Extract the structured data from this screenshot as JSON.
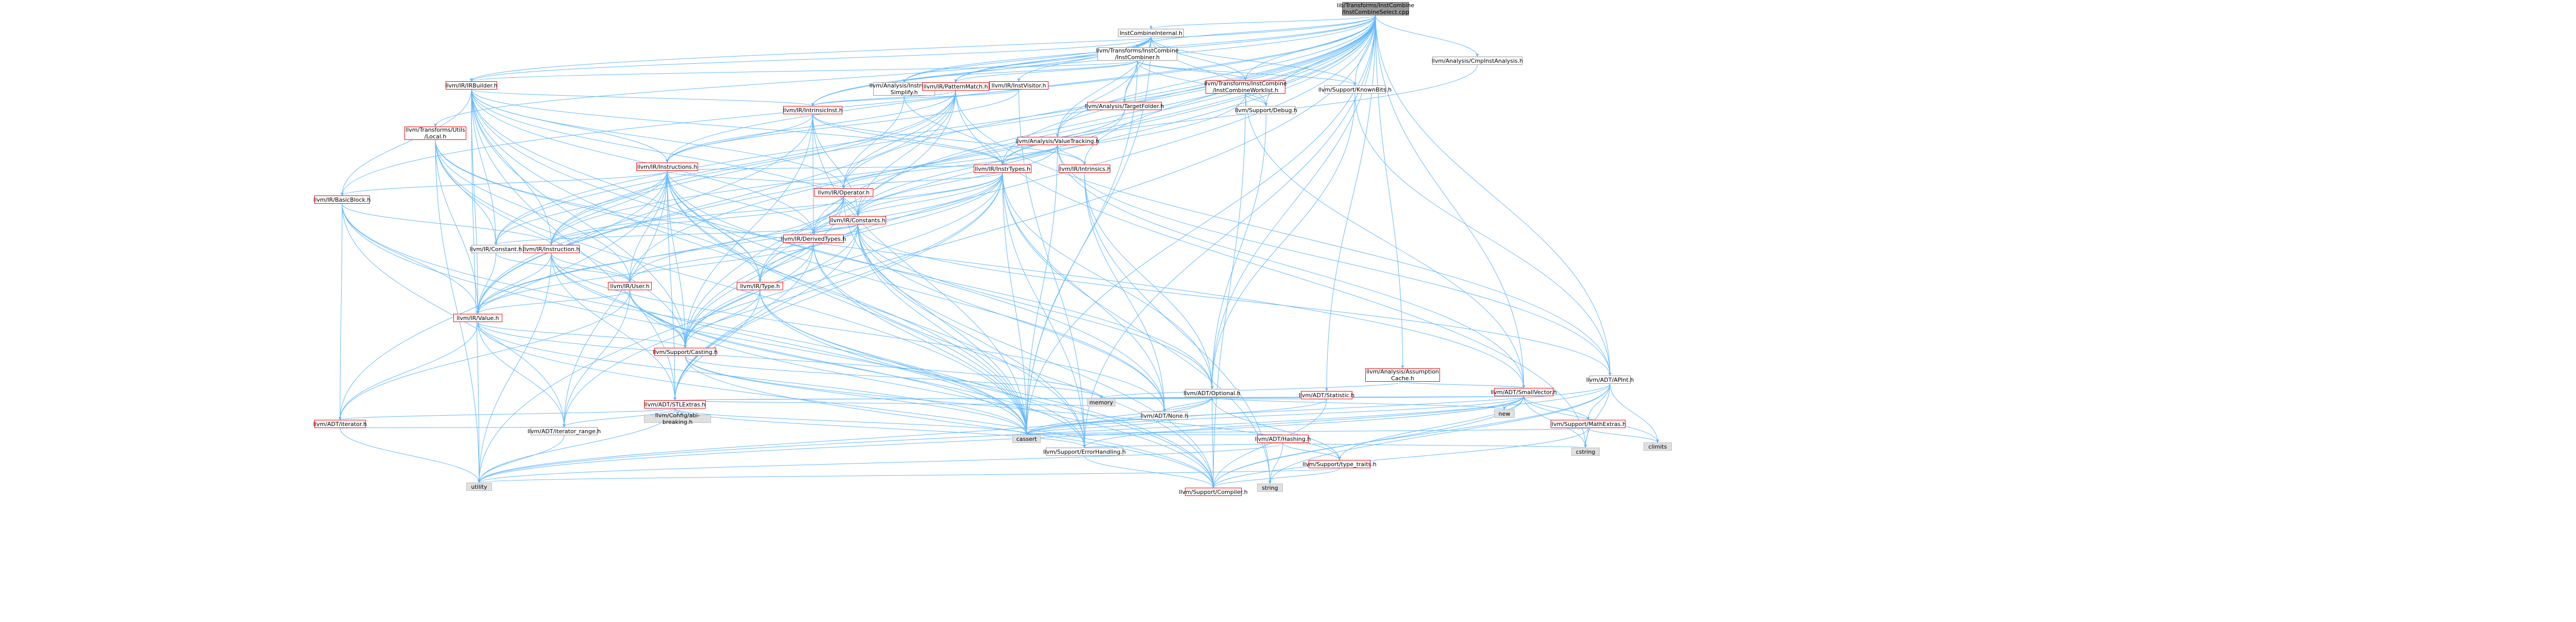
{
  "diagram": {
    "title": "",
    "nodes": {
      "root": {
        "label": "lib/Transforms/InstCombine\n/InstCombineSelect.cpp",
        "kind": "root"
      },
      "ici": {
        "label": "InstCombineInternal.h",
        "kind": "normal"
      },
      "assump": {
        "label": "llvm/Analysis/Assumption\nCache.h",
        "kind": "red"
      },
      "cmpinst": {
        "label": "llvm/Analysis/CmpInstAnalysis.h",
        "kind": "normal"
      },
      "instsimp": {
        "label": "llvm/Analysis/Instruction\nSimplify.h",
        "kind": "normal"
      },
      "valtrack": {
        "label": "llvm/Analysis/ValueTracking.h",
        "kind": "red"
      },
      "apint": {
        "label": "llvm/ADT/APInt.h",
        "kind": "normal"
      },
      "optional": {
        "label": "llvm/ADT/Optional.h",
        "kind": "normal"
      },
      "smallvec": {
        "label": "llvm/ADT/SmallVector.h",
        "kind": "red"
      },
      "hashing": {
        "label": "llvm/ADT/Hashing.h",
        "kind": "red"
      },
      "statistic": {
        "label": "llvm/ADT/Statistic.h",
        "kind": "red"
      },
      "basicblock": {
        "label": "llvm/IR/BasicBlock.h",
        "kind": "red"
      },
      "constant": {
        "label": "llvm/IR/Constant.h",
        "kind": "normal"
      },
      "constants": {
        "label": "llvm/IR/Constants.h",
        "kind": "red"
      },
      "derived": {
        "label": "llvm/IR/DerivedTypes.h",
        "kind": "red"
      },
      "irbuilder": {
        "label": "llvm/IR/IRBuilder.h",
        "kind": "red"
      },
      "insttypes": {
        "label": "llvm/IR/InstrTypes.h",
        "kind": "red"
      },
      "instruction": {
        "label": "llvm/IR/Instruction.h",
        "kind": "red"
      },
      "instructions": {
        "label": "llvm/IR/Instructions.h",
        "kind": "red"
      },
      "intrinsicinst": {
        "label": "llvm/IR/IntrinsicInst.h",
        "kind": "red"
      },
      "intrinsics": {
        "label": "llvm/IR/Intrinsics.h",
        "kind": "red"
      },
      "operator": {
        "label": "llvm/IR/Operator.h",
        "kind": "red"
      },
      "patternmatch": {
        "label": "llvm/IR/PatternMatch.h",
        "kind": "red"
      },
      "type": {
        "label": "llvm/IR/Type.h",
        "kind": "red"
      },
      "user": {
        "label": "llvm/IR/User.h",
        "kind": "red"
      },
      "value": {
        "label": "llvm/IR/Value.h",
        "kind": "red"
      },
      "casting": {
        "label": "llvm/Support/Casting.h",
        "kind": "red"
      },
      "errorh": {
        "label": "llvm/Support/ErrorHandling.h",
        "kind": "normal"
      },
      "knownbits": {
        "label": "llvm/Support/KnownBits.h",
        "kind": "normal"
      },
      "instcombiner": {
        "label": "llvm/Transforms/InstCombine\n/InstCombiner.h",
        "kind": "normal"
      },
      "cassert": {
        "label": "cassert",
        "kind": "grey"
      },
      "utility": {
        "label": "utility",
        "kind": "grey"
      },
      "instvisitor": {
        "label": "llvm/IR/InstVisitor.h",
        "kind": "red"
      },
      "targetfolder": {
        "label": "llvm/Analysis/TargetFolder.h",
        "kind": "red"
      },
      "debug": {
        "label": "llvm/Support/Debug.h",
        "kind": "normal"
      },
      "icworklist": {
        "label": "llvm/Transforms/InstCombine\n/InstCombineWorklist.h",
        "kind": "red"
      },
      "tulocal": {
        "label": "llvm/Transforms/Utils\n/Local.h",
        "kind": "red"
      },
      "stlextras": {
        "label": "llvm/ADT/STLExtras.h",
        "kind": "red"
      },
      "none": {
        "label": "llvm/ADT/None.h",
        "kind": "normal"
      },
      "iterator": {
        "label": "llvm/ADT/iterator.h",
        "kind": "red"
      },
      "iterrange": {
        "label": "llvm/ADT/iterator_range.h",
        "kind": "normal"
      },
      "abibreak": {
        "label": "llvm/Config/abi-breaking.h",
        "kind": "grey"
      },
      "mathextras": {
        "label": "llvm/Support/MathExtras.h",
        "kind": "red"
      },
      "typetraits": {
        "label": "llvm/Support/type_traits.h",
        "kind": "red"
      },
      "compiler": {
        "label": "llvm/Support/Compiler.h",
        "kind": "red"
      },
      "climits": {
        "label": "climits",
        "kind": "grey"
      },
      "cstring": {
        "label": "cstring",
        "kind": "grey"
      },
      "memory": {
        "label": "memory",
        "kind": "grey"
      },
      "new": {
        "label": "new",
        "kind": "grey"
      },
      "string": {
        "label": "string",
        "kind": "grey"
      }
    }
  },
  "colors": {
    "edge": "#63b8ff",
    "red_border": "#ff0000",
    "root_fill": "#999999",
    "grey_fill": "#e0e0e0"
  }
}
